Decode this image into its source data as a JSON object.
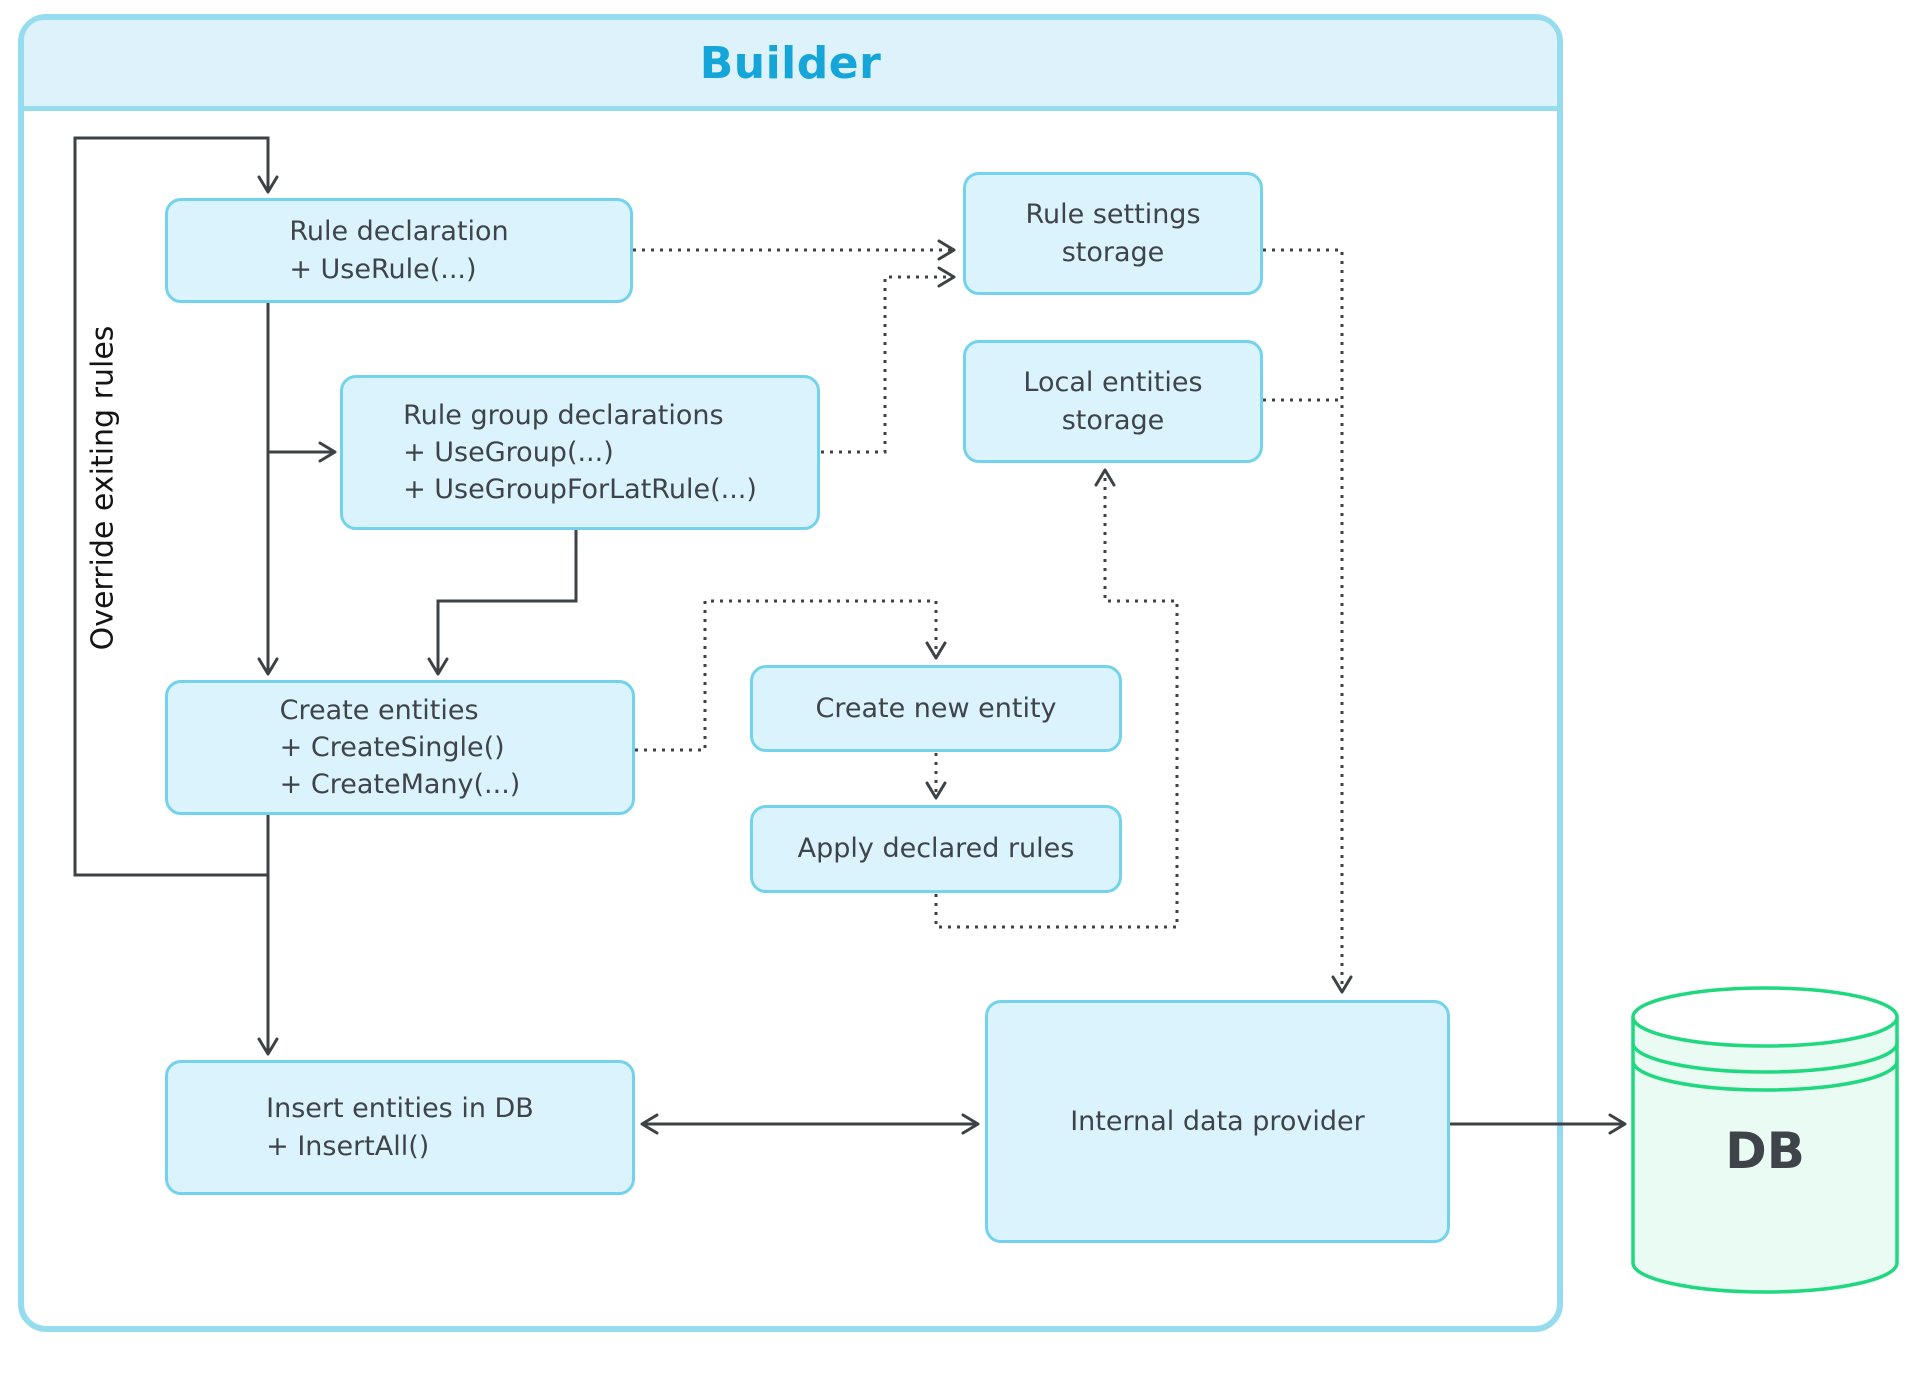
{
  "title": "Builder",
  "side_label": "Override exiting rules",
  "db_label": "DB",
  "nodes": {
    "rule_declaration": "Rule declaration\n+ UseRule(...)",
    "rule_settings_storage": "Rule settings\nstorage",
    "local_entities_storage": "Local entities\nstorage",
    "rule_group_declarations": "Rule group declarations\n+ UseGroup(...)\n+ UseGroupForLatRule(...)",
    "create_entities": "Create entities\n+ CreateSingle()\n+ CreateMany(...)",
    "create_new_entity": "Create new entity",
    "apply_declared_rules": "Apply declared rules",
    "insert_entities": "Insert entities in DB\n+ InsertAll()",
    "internal_data_provider": "Internal data provider"
  },
  "colors": {
    "frame_border": "#96dcef",
    "header_fill": "#def2fb",
    "title_color": "#15a5d8",
    "node_fill": "#dbf3fc",
    "node_border": "#74d3ec",
    "node_text": "#3f444a",
    "line_color": "#3d4247",
    "label_text": "#141414",
    "db_stroke": "#1fd87f",
    "db_fill": "#e9fbf2",
    "db_top_fill": "#ffffff",
    "canvas_bg": "#ffffff"
  }
}
